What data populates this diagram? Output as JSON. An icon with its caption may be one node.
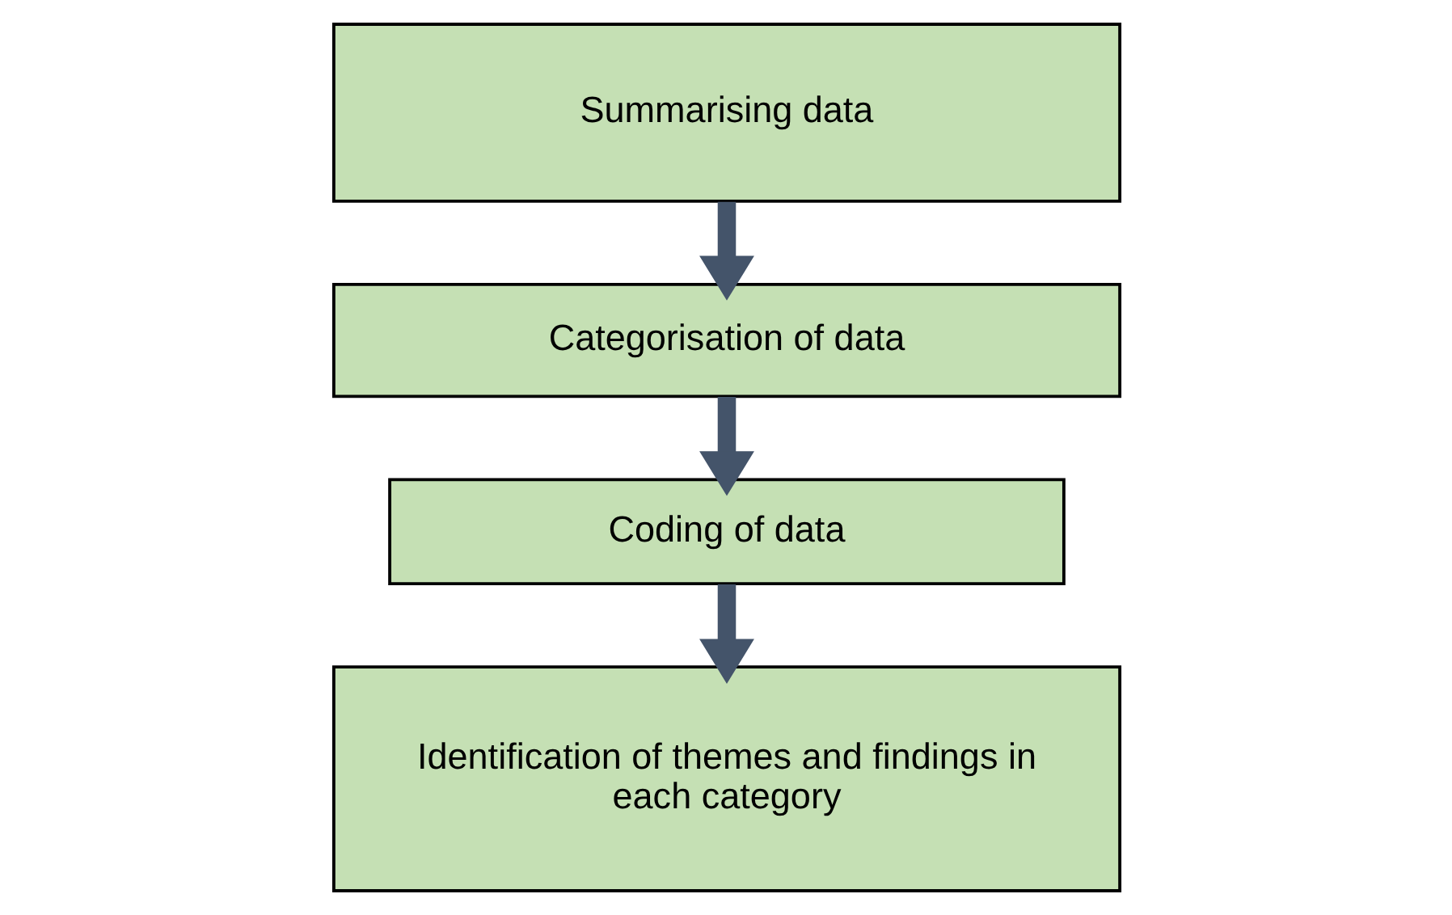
{
  "diagram": {
    "nodes": [
      {
        "text": [
          "Summarising data"
        ]
      },
      {
        "text": [
          "Categorisation of data"
        ]
      },
      {
        "text": [
          "Coding of data"
        ]
      },
      {
        "text": [
          "Identification of themes and findings in each category"
        ]
      }
    ],
    "edges": [
      {
        "from": 0,
        "to": 1,
        "arrow": "to"
      },
      {
        "from": 1,
        "to": 2,
        "arrow": "to"
      },
      {
        "from": 2,
        "to": 3,
        "arrow": "to"
      }
    ]
  }
}
